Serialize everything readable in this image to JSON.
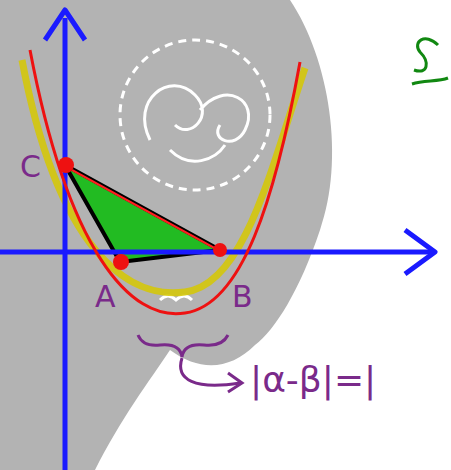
{
  "diagram": {
    "labels": [
      "C",
      "A",
      "B",
      "|α-β|=|"
    ]
  }
}
